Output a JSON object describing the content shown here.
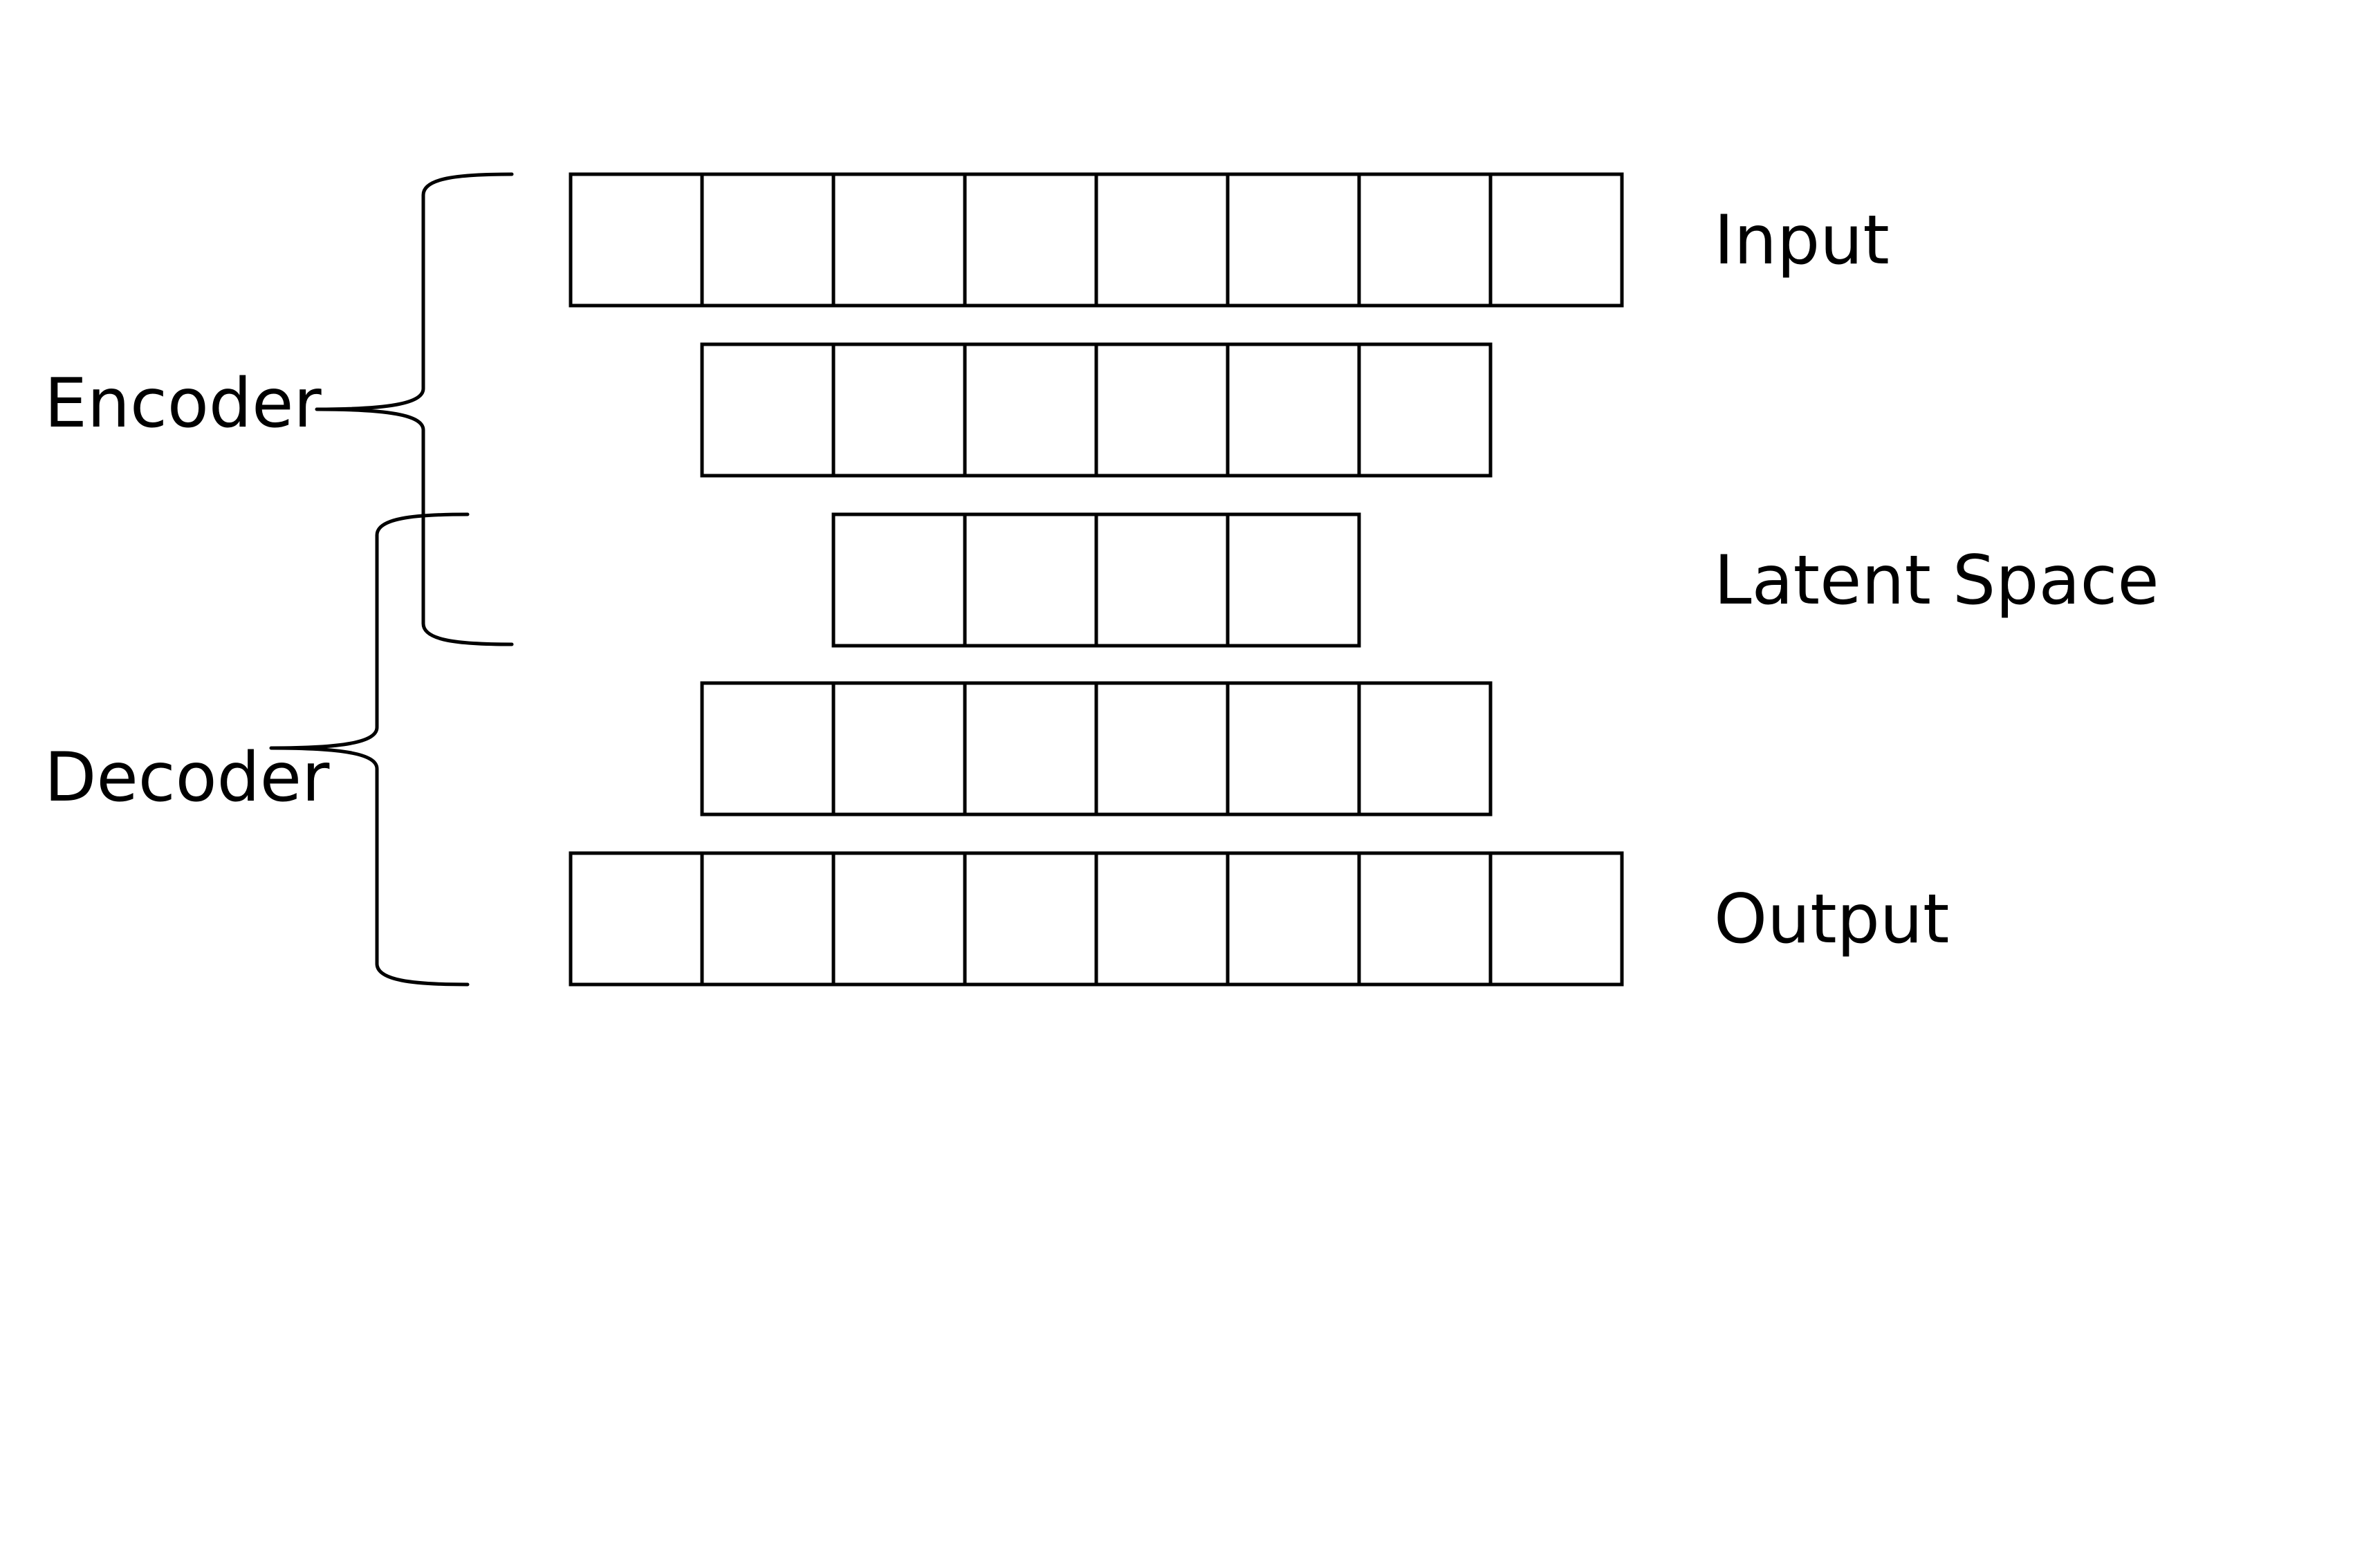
{
  "diagram": {
    "layers": [
      {
        "label": "Input",
        "units": 8
      },
      {
        "label": "",
        "units": 6
      },
      {
        "label": "Latent Space",
        "units": 4
      },
      {
        "label": "",
        "units": 6
      },
      {
        "label": "Output",
        "units": 8
      }
    ],
    "braces": {
      "encoder": "Encoder",
      "decoder": "Decoder"
    }
  }
}
